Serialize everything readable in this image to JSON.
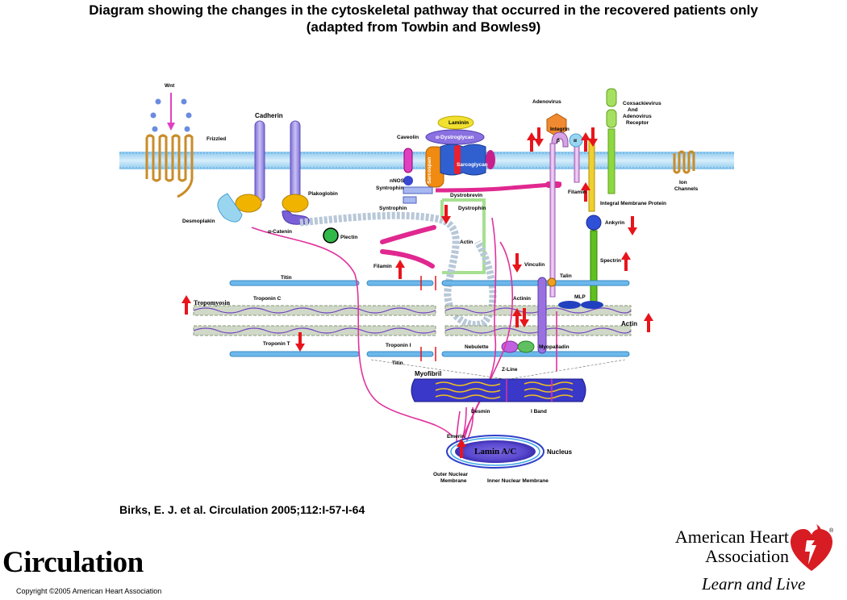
{
  "title": {
    "line1": "Diagram showing the changes in the cytoskeletal pathway that occurred in the recovered patients only",
    "line2": "(adapted from Towbin and Bowles9)"
  },
  "labels": {
    "wnt": "Wnt",
    "frizzled": "Frizzled",
    "cadherin": "Cadherin",
    "desmoplakin": "Desmoplakin",
    "plakoglobin": "Plakoglobin",
    "alpha_catenin": "α-Catenin",
    "plectin": "Plectin",
    "caveolin": "Caveolin",
    "nnos": "nNOS",
    "syntrophin": "Syntrophin",
    "syntrophin2": "Syntrophin",
    "dystroglycan": "α-Dystroglycan",
    "laminin": "Laminin",
    "sarcoglycan": "Sarcoglycan",
    "sarcospan": "Sarcospan",
    "dystrobrevin": "Dystrobrevin",
    "dystrophin": "Dystrophin",
    "actin_top": "Actin",
    "filamin_left": "Filamin",
    "adenovirus": "Adenovirus",
    "integrin": "Integrin",
    "beta": "β",
    "alpha": "α",
    "filamin_right": "Filamin",
    "car": "Coxsackievirus And Adenovirus Receptor",
    "integral_membrane": "Integral Membrane Protein",
    "ankyrin": "Ankyrin",
    "spectrin": "Spectrin",
    "ion_channels": "Ion Channels",
    "titin_top": "Titin",
    "titin_bottom": "Titin",
    "tropomyosin": "Tropomyosin",
    "troponin_c": "Troponin C",
    "troponin_t": "Troponin T",
    "troponin_i": "Troponin I",
    "vinculin": "Vinculin",
    "talin": "Talin",
    "mlp": "MLP",
    "actinin": "Actinin",
    "actin_right": "Actin",
    "nebulette": "Nebulette",
    "myopalladin": "Myopalladin",
    "myofibril": "Myofibril",
    "z_line": "Z-Line",
    "desmin": "Desmin",
    "i_band": "I Band",
    "emerin": "Emerin",
    "lamin": "Lamin A/C",
    "nucleus": "Nucleus",
    "outer_membrane": "Outer Nuclear Membrane",
    "inner_membrane": "Inner Nuclear Membrane"
  },
  "arrows": {
    "up": [
      {
        "name": "integrin-up-arrow"
      },
      {
        "name": "filamin-membrane-up-arrow"
      },
      {
        "name": "filamin-right-up-arrow"
      },
      {
        "name": "spectrin-up-arrow"
      },
      {
        "name": "tropomyosin-up-arrow"
      },
      {
        "name": "filamin-left-up-arrow"
      },
      {
        "name": "actinin-up-arrow"
      },
      {
        "name": "actin-up-arrow"
      },
      {
        "name": "lamin-up-arrow"
      }
    ],
    "down": [
      {
        "name": "integrin-down-arrow"
      },
      {
        "name": "filamin-membrane-down-arrow"
      },
      {
        "name": "dystrophin-down-arrow"
      },
      {
        "name": "ankyrin-down-arrow"
      },
      {
        "name": "vinculin-down-arrow"
      },
      {
        "name": "actinin-down-arrow"
      },
      {
        "name": "troponin-t-down-arrow"
      }
    ]
  },
  "citation": "Birks, E. J. et al. Circulation 2005;112:I-57-I-64",
  "journal": "Circulation",
  "copyright": "Copyright ©2005 American Heart Association",
  "aha": {
    "name_line1": "American Heart",
    "name_line2": "Association",
    "tagline": "Learn and Live",
    "trademark": "®"
  },
  "colors": {
    "membrane_blue": "#9fd0f0",
    "arrow_red": "#e8141c",
    "pink_line": "#e0329e",
    "purple": "#9a8ad8",
    "myofibril_blue": "#3a38c8"
  }
}
